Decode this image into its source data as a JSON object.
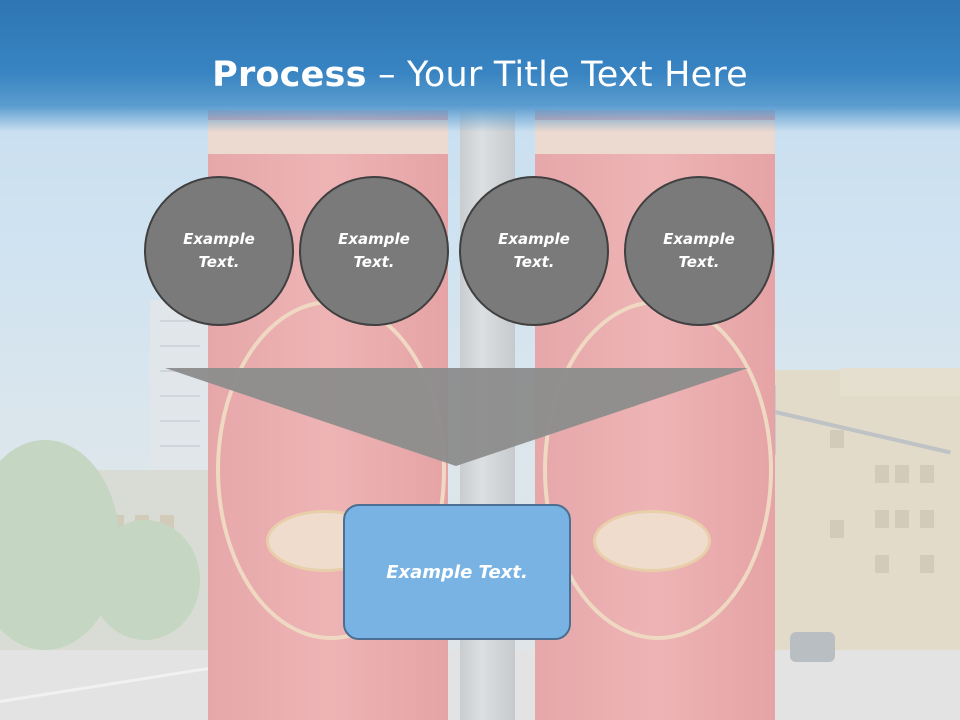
{
  "slide": {
    "title_bold": "Process",
    "title_rest": " – Your Title Text Here"
  },
  "process_steps": [
    {
      "label": "Example Text."
    },
    {
      "label": "Example Text."
    },
    {
      "label": "Example Text."
    },
    {
      "label": "Example Text."
    }
  ],
  "result_box": {
    "label": "Example Text."
  },
  "colors": {
    "title_bar": "#3884c2",
    "circle_fill": "#7a7a7a",
    "funnel_fill": "#8c8c8c",
    "result_box_fill": "#78b3e4"
  }
}
